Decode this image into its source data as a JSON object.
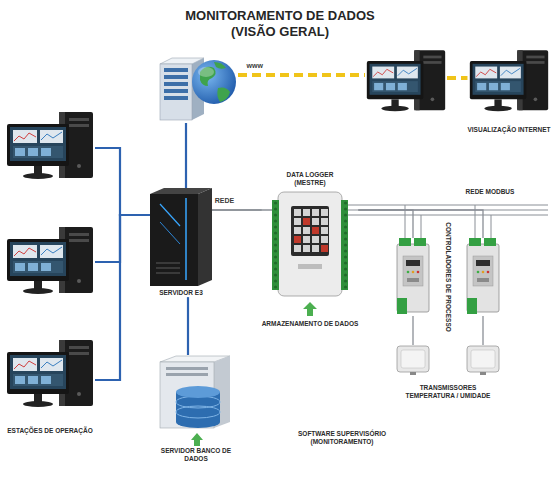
{
  "diagram": {
    "title": "MONITORAMENTO DE DADOS (VISÃO GERAL)",
    "nodes": [
      {
        "text": []
      },
      {
        "text": []
      },
      {
        "text": [
          "VISUALIZAÇÃO INTERNET"
        ]
      },
      {
        "text": []
      },
      {
        "text": []
      },
      {
        "text": [
          "ESTAÇÕES DE OPERAÇÃO"
        ]
      },
      {
        "text": [
          "SERVIDOR E3"
        ]
      },
      {
        "text": [
          "SERVIDOR BANCO DE DADOS"
        ]
      },
      {
        "text": [
          "DATA LOGGER (MESTRE)",
          "ARMAZENAMENTO DE DADOS"
        ]
      },
      {
        "text": []
      },
      {
        "text": []
      },
      {
        "text": []
      },
      {
        "text": []
      }
    ],
    "edges": [
      {
        "from": 0,
        "to": 1,
        "label": "www",
        "arrow": "none"
      },
      {
        "from": 1,
        "to": 2,
        "arrow": "none"
      },
      {
        "from": 0,
        "to": 6,
        "arrow": "none"
      },
      {
        "from": 3,
        "to": 6,
        "arrow": "none"
      },
      {
        "from": 4,
        "to": 6,
        "arrow": "none"
      },
      {
        "from": 5,
        "to": 6,
        "arrow": "none"
      },
      {
        "from": 6,
        "to": 7,
        "arrow": "none"
      },
      {
        "from": 6,
        "to": 8,
        "label": "REDE",
        "arrow": "none"
      },
      {
        "from": 8,
        "to": 9,
        "arrow": "none"
      },
      {
        "from": 8,
        "to": 10,
        "arrow": "none"
      },
      {
        "from": 9,
        "to": 11,
        "arrow": "none"
      },
      {
        "from": 10,
        "to": 12,
        "arrow": "none"
      }
    ],
    "labels": [
      "REDE MODBUS",
      "CONTROLADORES DE PROCESSO",
      "TRANSMISSORES TEMPERATURA / UMIDADE",
      "SOFTWARE SUPERVISÓRIO (MONITORAMENTO)"
    ]
  }
}
